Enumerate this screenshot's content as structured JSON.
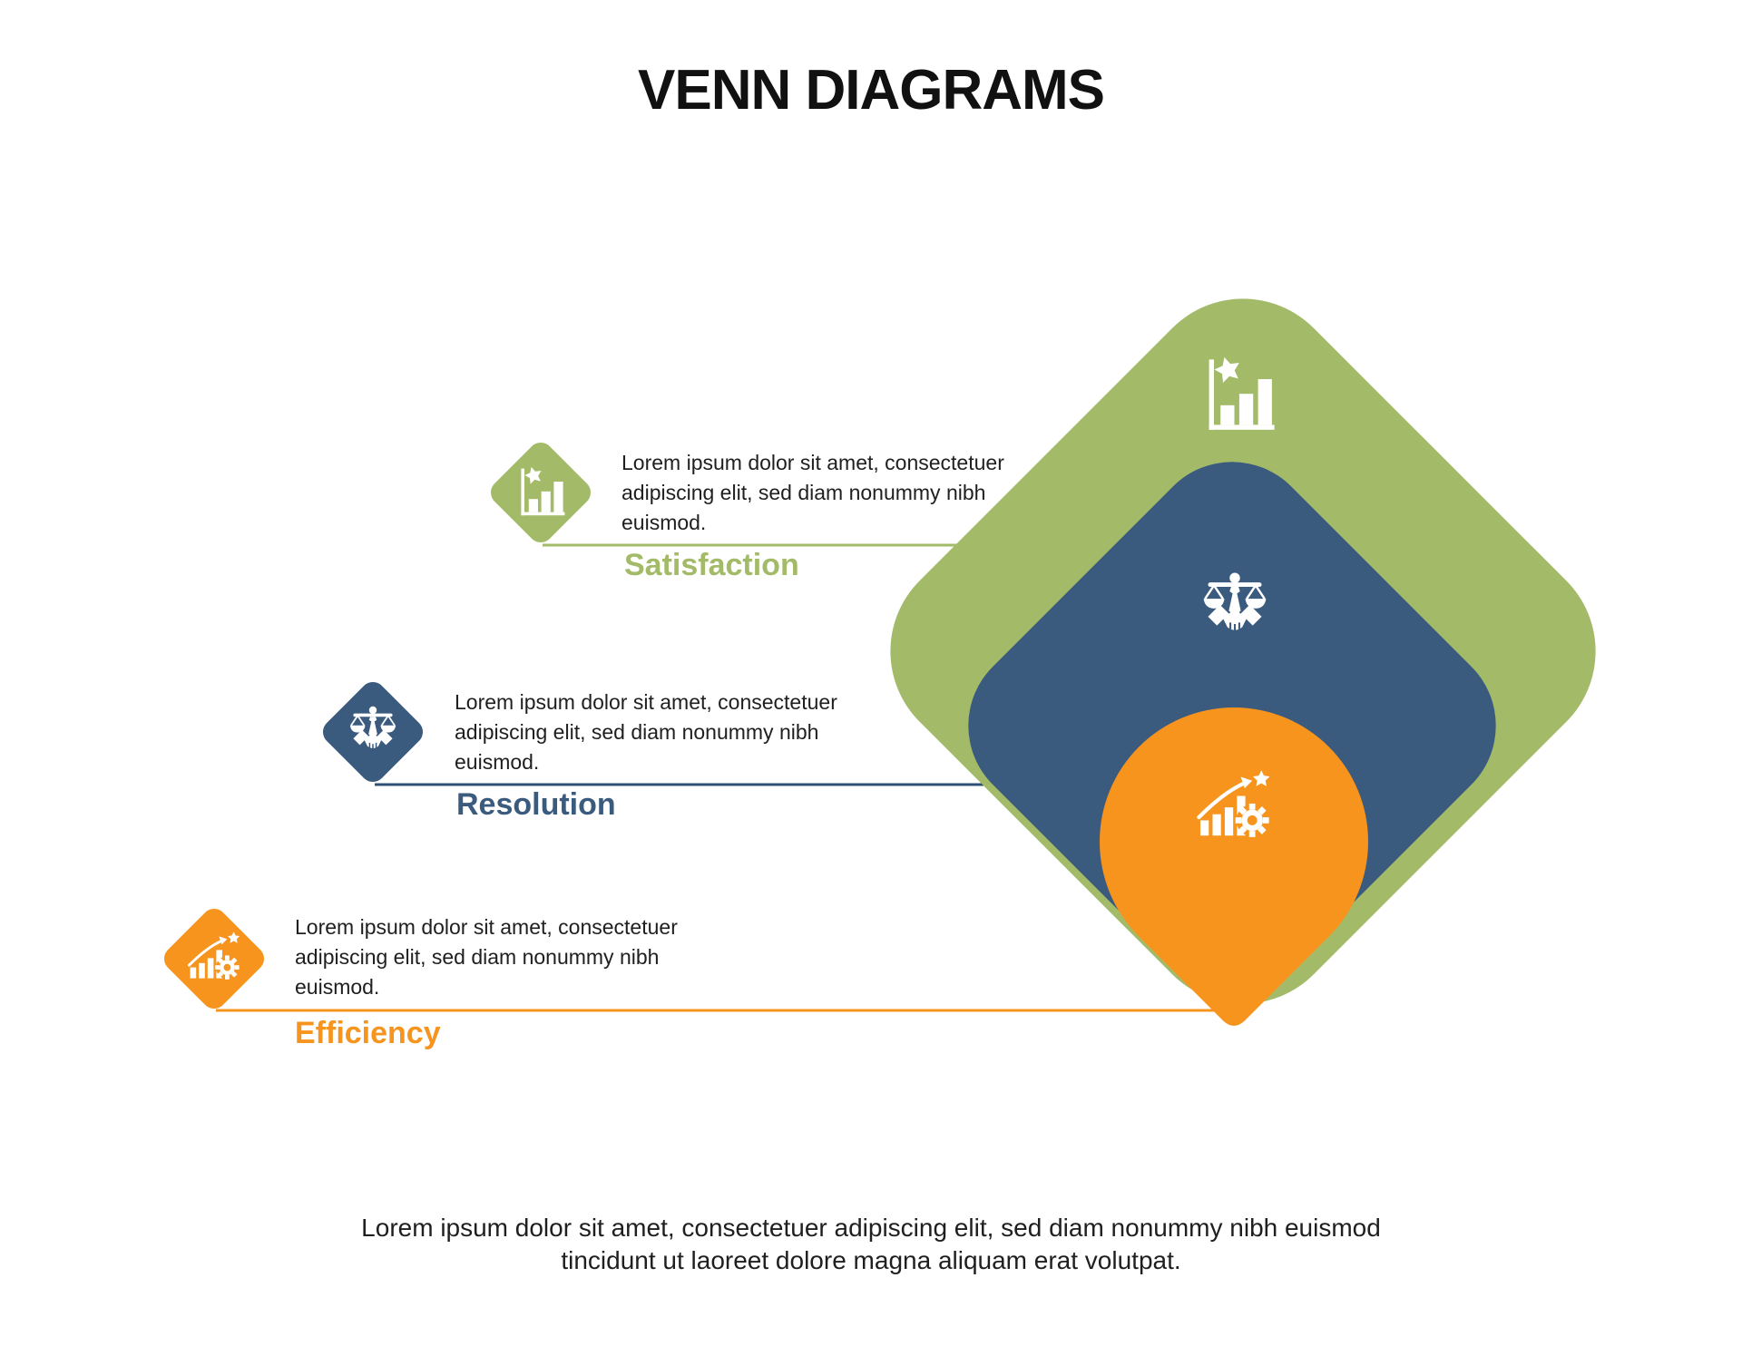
{
  "title": "VENN DIAGRAMS",
  "colors": {
    "green": "#a3bb68",
    "blue": "#3a5a7e",
    "orange": "#f6941e",
    "line_blue": "#2f5076",
    "text": "#1f1f1f",
    "title_color": "#111111",
    "icon": "#ffffff"
  },
  "items": [
    {
      "label": "Satisfaction",
      "description": "Lorem ipsum dolor sit amet, consectetuer adipiscing elit, sed diam nonummy nibh euismod.",
      "icon": "bar-chart-star-icon",
      "color": "#a3bb68"
    },
    {
      "label": "Resolution",
      "description": "Lorem ipsum dolor sit amet, consectetuer adipiscing elit, sed diam nonummy nibh euismod.",
      "icon": "scales-handshake-icon",
      "color": "#3a5a7e"
    },
    {
      "label": "Efficiency",
      "description": "Lorem ipsum dolor sit amet, consectetuer adipiscing elit, sed diam nonummy nibh euismod.",
      "icon": "growth-gear-icon",
      "color": "#f6941e"
    }
  ],
  "footer": "Lorem ipsum dolor sit amet, consectetuer adipiscing elit, sed diam nonummy nibh euismod tincidunt ut laoreet dolore magna aliquam erat volutpat."
}
